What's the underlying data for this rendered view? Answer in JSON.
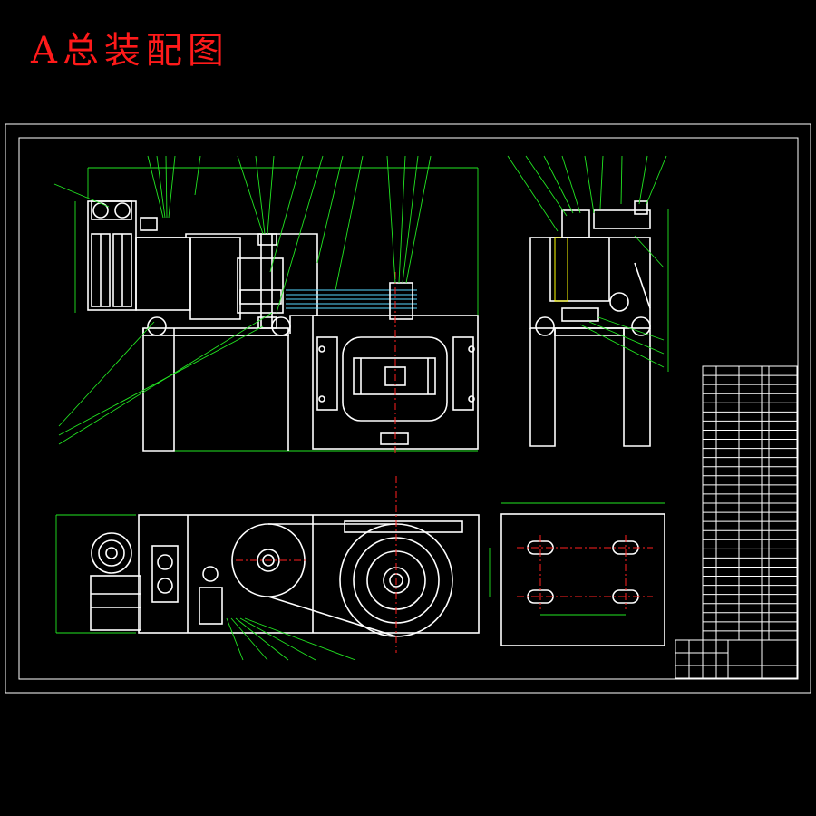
{
  "title": "A总装配图",
  "colors": {
    "background": "#000000",
    "title": "#ff1a1a",
    "outline": "#ffffff",
    "leader": "#22e622",
    "centerline": "#ff2020",
    "hatch": "#59d8ff",
    "accent": "#ffff00"
  },
  "views": [
    "front-view",
    "side-view",
    "top-view",
    "base-plate-view"
  ],
  "parts_list": {
    "rows": 30
  },
  "title_block": {
    "present": true
  }
}
